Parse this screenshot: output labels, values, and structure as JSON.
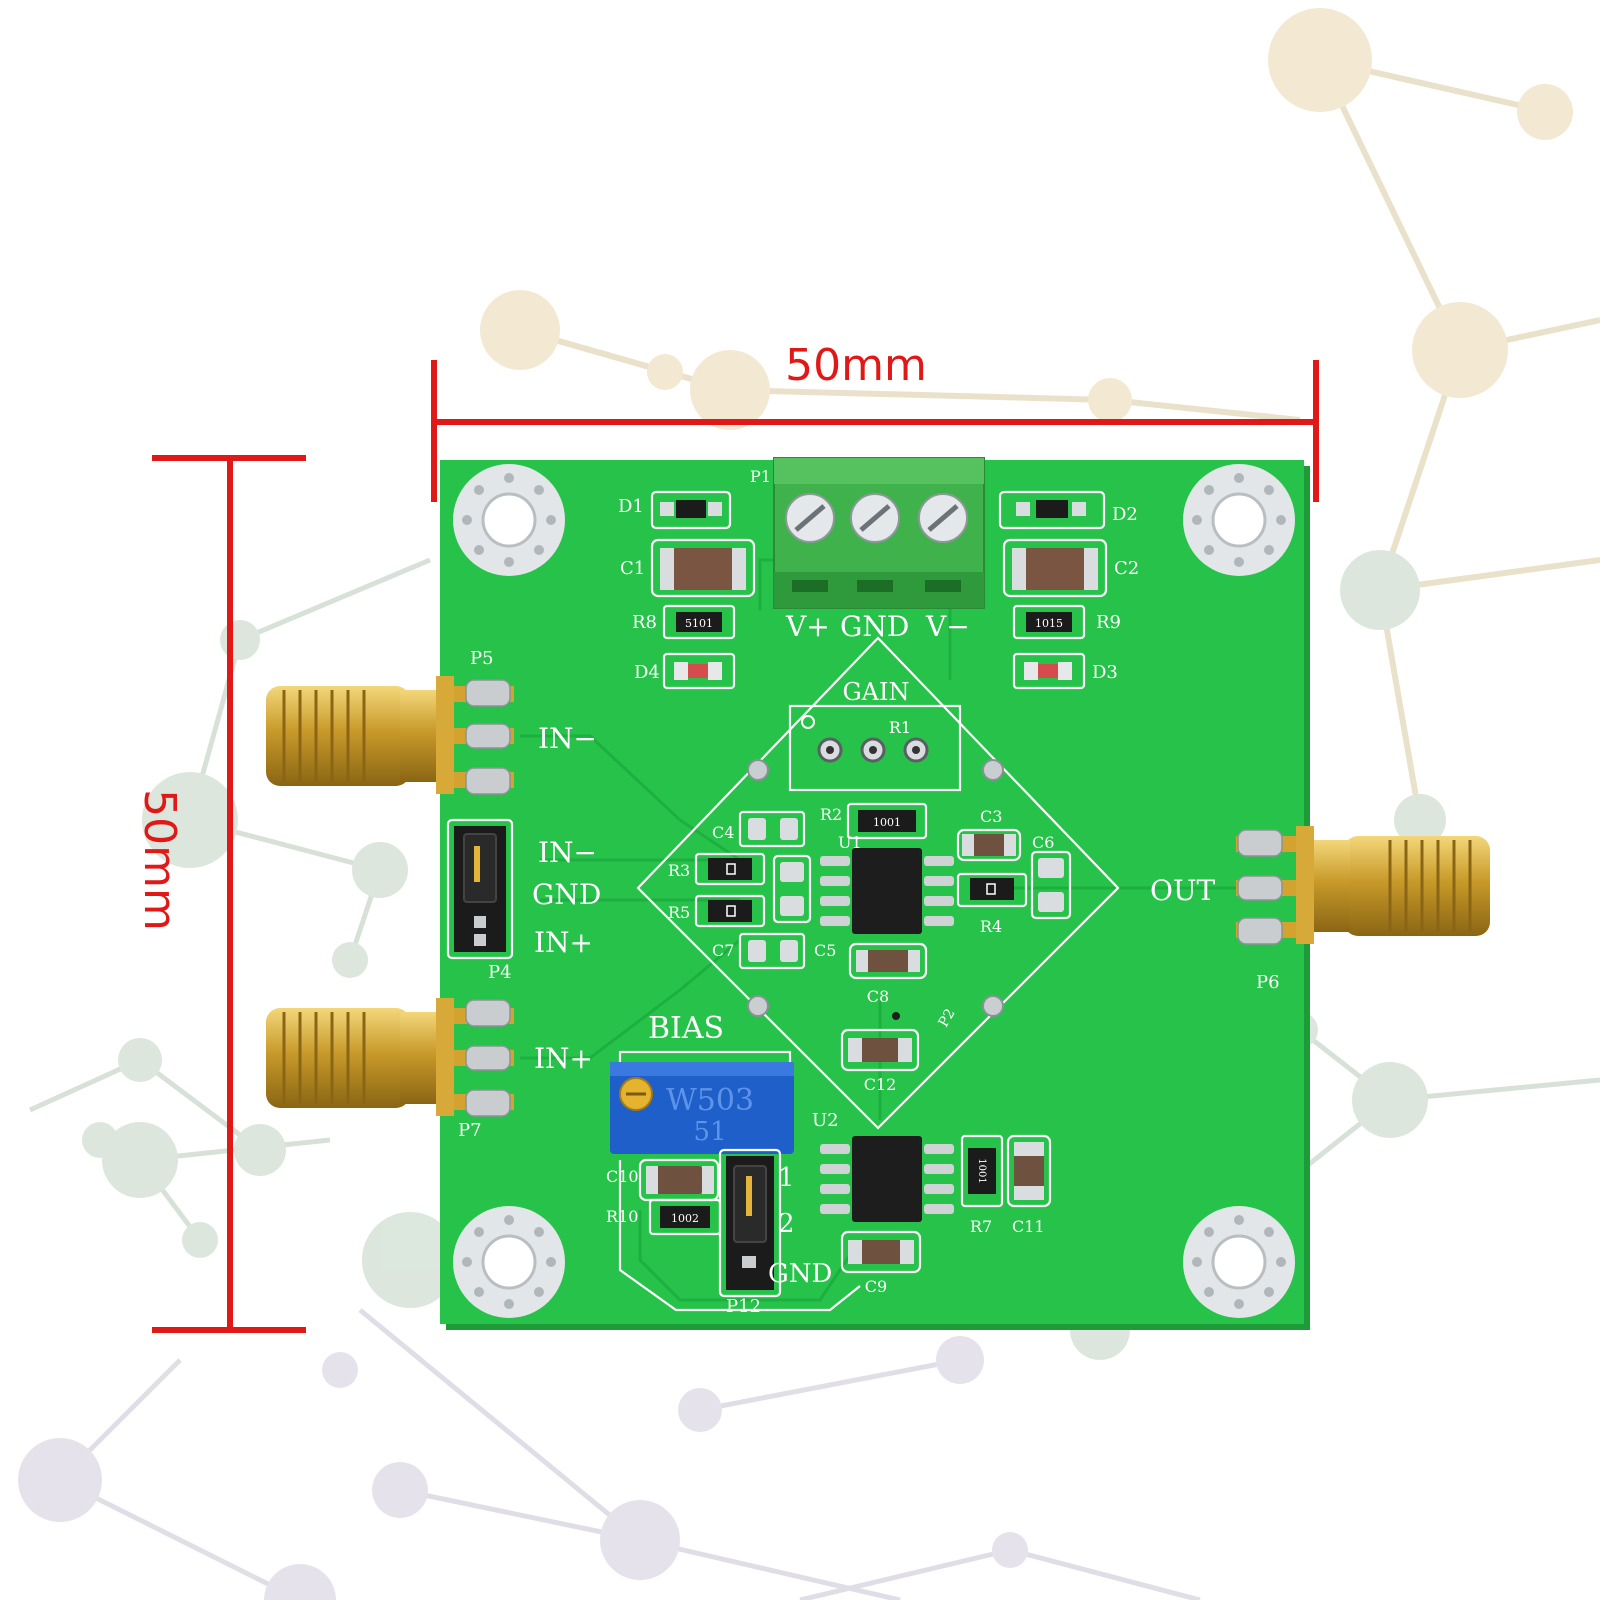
{
  "dimensions": {
    "width_label": "50mm",
    "height_label": "50mm"
  },
  "colors": {
    "board": "#27c24a",
    "dimension": "#e01818",
    "silk": "#ffffff",
    "gold": "#c89a2a",
    "terminal": "#3fb24c",
    "pot": "#1f5fc9"
  },
  "terminal_labels": [
    "V+",
    "GND",
    "V−"
  ],
  "silk_labels": {
    "p1": "P1",
    "d1": "D1",
    "d2": "D2",
    "c1": "C1",
    "c2": "C2",
    "r8": "R8",
    "r9": "R9",
    "d4": "D4",
    "d3": "D3",
    "p5": "P5",
    "in_minus_sma": "IN−",
    "in_minus_hdr": "IN−",
    "gnd_hdr": "GND",
    "in_plus_hdr": "IN+",
    "p4": "P4",
    "in_plus_sma": "IN+",
    "p7": "P7",
    "bias": "BIAS",
    "gain": "GAIN",
    "r1": "R1",
    "r2": "R2",
    "c3": "C3",
    "c6": "C6",
    "u1": "U1",
    "c4": "C4",
    "r3": "R3",
    "r5": "R5",
    "c7": "C7",
    "c5": "C5",
    "c8": "C8",
    "r4": "R4",
    "out": "OUT",
    "p6": "P6",
    "p2": "P2",
    "c12": "C12",
    "u2": "U2",
    "c10": "C10",
    "r10": "R10",
    "r7": "R7",
    "c11": "C11",
    "c9": "C9",
    "p12": "P12",
    "pin1": "1",
    "pin2": "2",
    "gnd_p12": "GND"
  },
  "component_markings": {
    "r8": "5101",
    "r9": "1015",
    "r2": "1001",
    "r10": "1002",
    "r7": "1001",
    "pot_line1": "W503",
    "pot_line2": "51"
  }
}
